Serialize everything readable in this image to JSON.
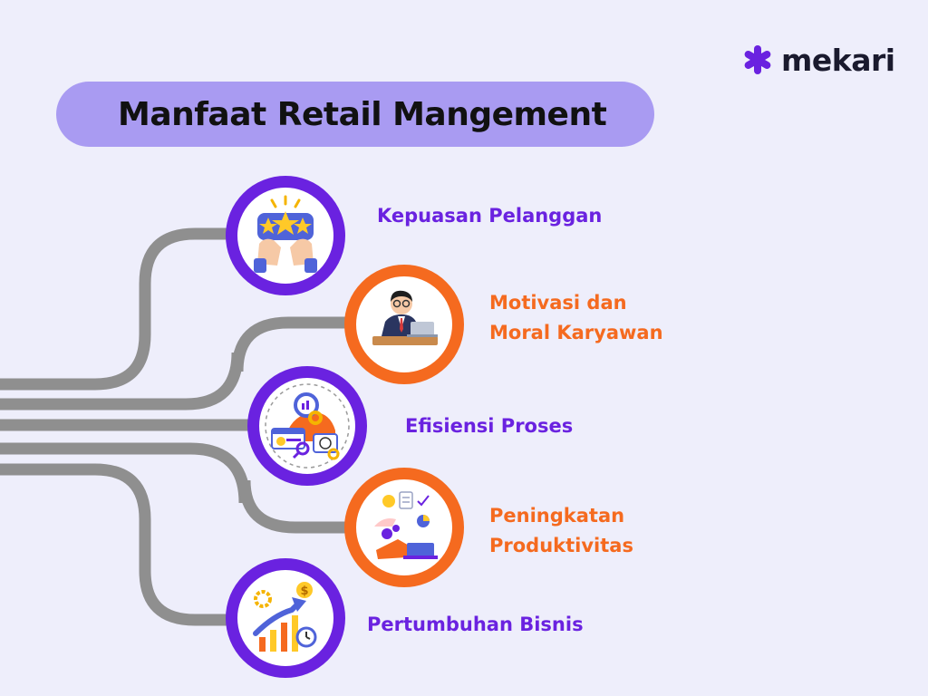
{
  "brand": {
    "name": "mekari",
    "accent": "#6a22e0"
  },
  "title": "Manfaat Retail Mangement",
  "colors": {
    "purple": "#6a22e0",
    "orange": "#f56a1f",
    "pill": "#a99bf2",
    "connector": "#8f8f8f",
    "background": "#eeeefb"
  },
  "benefits": [
    {
      "lines": [
        "Kepuasan Pelanggan"
      ],
      "color": "purple",
      "icon": "customer-satisfaction-stars-icon"
    },
    {
      "lines": [
        "Motivasi dan",
        "Moral Karyawan"
      ],
      "color": "orange",
      "icon": "employee-at-laptop-icon"
    },
    {
      "lines": [
        "Efisiensi Proses"
      ],
      "color": "purple",
      "icon": "process-efficiency-icon"
    },
    {
      "lines": [
        "Peningkatan",
        "Produktivitas"
      ],
      "color": "orange",
      "icon": "productivity-icon"
    },
    {
      "lines": [
        "Pertumbuhan Bisnis"
      ],
      "color": "purple",
      "icon": "business-growth-chart-icon"
    }
  ]
}
